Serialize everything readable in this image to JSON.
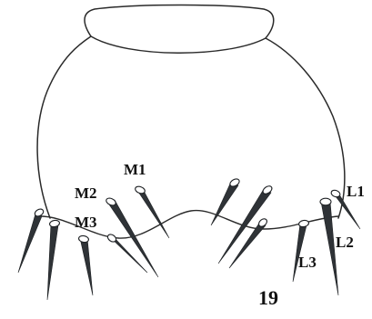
{
  "figure": {
    "number": "19",
    "setae_labels": {
      "m1": "M1",
      "m2": "M2",
      "m3": "M3",
      "l1": "L1",
      "l2": "L2",
      "l3": "L3"
    }
  }
}
